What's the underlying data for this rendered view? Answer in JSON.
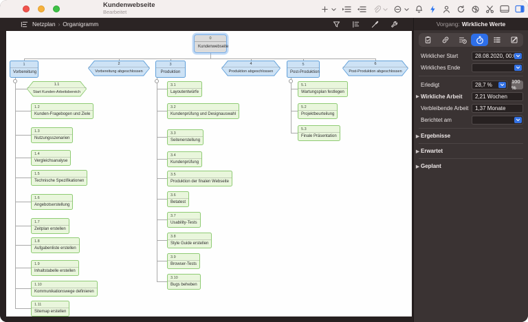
{
  "window": {
    "title": "Kundenwebseite",
    "subtitle": "Bearbeitet"
  },
  "titlebar_icons": [
    "add",
    "chevron-down",
    "indent",
    "outdent",
    "attach",
    "chevron-down",
    "remove-circle",
    "chevron-down",
    "notifications-bell",
    "flash",
    "person",
    "sync",
    "activity",
    "cut-scissors",
    "panel-bottom",
    "panel-right"
  ],
  "breadcrumb": {
    "view": "Netzplan",
    "separator": "›",
    "page": "Organigramm"
  },
  "crumb_tool_icons": [
    "filter-funnel",
    "format-style",
    "paintbrush",
    "wrench"
  ],
  "context": {
    "label": "Vorgang:",
    "value": "Wirkliche Werte"
  },
  "inspector": {
    "tabs": [
      "info-clipboard",
      "links-chain",
      "resources-list",
      "time-stopwatch",
      "fields-list",
      "notes-pencil"
    ],
    "active_tab": "time-stopwatch",
    "rows": [
      {
        "label": "Wirklicher Start",
        "value": "28.08.2020, 00:00"
      },
      {
        "label": "Wirkliches Ende",
        "value": ""
      },
      {
        "label": "Erledigt",
        "value": "28,7 %",
        "button": "100 %"
      },
      {
        "label": "Wirkliche Arbeit",
        "value": "2,21 Wochen"
      },
      {
        "label": "Verbleibende Arbeit",
        "value": "1,37 Monate"
      },
      {
        "label": "Berichtet am",
        "value": ""
      }
    ],
    "sections": [
      "Ergebnisse",
      "Erwartet",
      "Geplant"
    ]
  },
  "chart": {
    "root": {
      "id": "0",
      "label": "Kundenwebseite",
      "type": "summary",
      "selected": true
    },
    "parents": [
      {
        "id": "1",
        "label": "Vorbereitung",
        "type": "task"
      },
      {
        "id": "2",
        "label": "Vorbereitung abgeschlossen",
        "type": "milestone"
      },
      {
        "id": "3",
        "label": "Produktion",
        "type": "task"
      },
      {
        "id": "4",
        "label": "Produktion abgeschlossen",
        "type": "milestone"
      },
      {
        "id": "5",
        "label": "Post-Produktion",
        "type": "task"
      },
      {
        "id": "6",
        "label": "Post-Produktion abgeschlossen",
        "type": "milestone"
      }
    ],
    "children": {
      "1": [
        {
          "id": "1.1",
          "label": "Start Kunden-Arbeitsbereich",
          "type": "milestone"
        },
        {
          "id": "1.2",
          "label": "Kunden-Fragebogen und Ziele",
          "type": "task"
        },
        {
          "id": "1.3",
          "label": "Nutzungsszenarien",
          "type": "task"
        },
        {
          "id": "1.4",
          "label": "Vergleichsanalyse",
          "type": "task"
        },
        {
          "id": "1.5",
          "label": "Technische Spezifikationen",
          "type": "task"
        },
        {
          "id": "1.6",
          "label": "Angebotserstellung",
          "type": "task"
        },
        {
          "id": "1.7",
          "label": "Zeitplan erstellen",
          "type": "task"
        },
        {
          "id": "1.8",
          "label": "Aufgabenliste erstellen",
          "type": "task"
        },
        {
          "id": "1.9",
          "label": "Inhaltstabelle erstellen",
          "type": "task"
        },
        {
          "id": "1.10",
          "label": "Kommunikationswege definieren",
          "type": "task"
        },
        {
          "id": "1.11",
          "label": "Sitemap erstellen",
          "type": "task"
        }
      ],
      "3": [
        {
          "id": "3.1",
          "label": "Layoutentwürfe",
          "type": "task"
        },
        {
          "id": "3.2",
          "label": "Kundenprüfung und Designauswahl",
          "type": "task"
        },
        {
          "id": "3.3",
          "label": "Seitenerstellung",
          "type": "task"
        },
        {
          "id": "3.4",
          "label": "Kundenprüfung",
          "type": "task"
        },
        {
          "id": "3.5",
          "label": "Produktion der finalen Webseite",
          "type": "task"
        },
        {
          "id": "3.6",
          "label": "Betatest",
          "type": "task"
        },
        {
          "id": "3.7",
          "label": "Usability-Tests",
          "type": "task"
        },
        {
          "id": "3.8",
          "label": "Style Guide erstellen",
          "type": "task"
        },
        {
          "id": "3.9",
          "label": "Browser-Tests",
          "type": "task"
        },
        {
          "id": "3.10",
          "label": "Bugs beheben",
          "type": "task"
        }
      ],
      "5": [
        {
          "id": "5.1",
          "label": "Wartungsplan festlegen",
          "type": "task"
        },
        {
          "id": "5.2",
          "label": "Projektbeurteilung",
          "type": "task"
        },
        {
          "id": "5.3",
          "label": "Finale Präsentation",
          "type": "task"
        }
      ]
    }
  },
  "colors": {
    "accent_blue": "#2e6fe8",
    "task_fill": "#e9f6dc",
    "task_border": "#8fcb74",
    "group_fill": "#cde2f5",
    "group_border": "#5f9fd9",
    "selection": "#79afe9",
    "panel_bg": "#3a3333",
    "bar_bg": "#2b2424"
  }
}
